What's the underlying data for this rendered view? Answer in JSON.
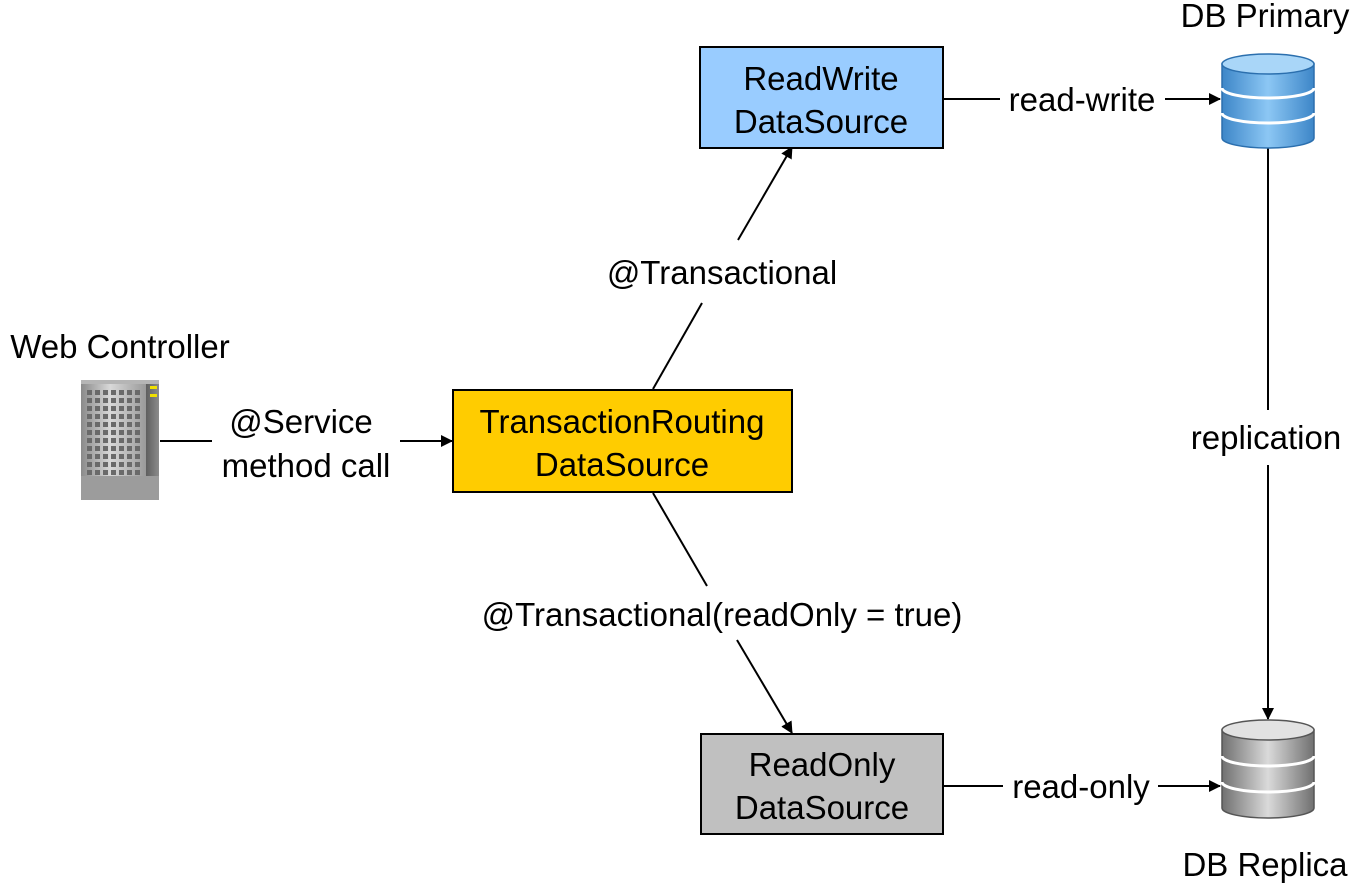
{
  "nodes": {
    "web_controller": {
      "title": "Web Controller",
      "icon": "server-icon"
    },
    "routing": {
      "line1": "TransactionRouting",
      "line2": "DataSource",
      "fill": "#ffcc00"
    },
    "readwrite": {
      "line1": "ReadWrite",
      "line2": "DataSource",
      "fill": "#99ccff"
    },
    "readonly": {
      "line1": "ReadOnly",
      "line2": "DataSource",
      "fill": "#c0c0c0"
    },
    "db_primary": {
      "title": "DB Primary",
      "icon": "database-icon",
      "color": "#5aa3e0"
    },
    "db_replica": {
      "title": "DB Replica",
      "icon": "database-icon",
      "color": "#9a9a9a"
    }
  },
  "edges": {
    "service_call": {
      "line1": "@Service",
      "line2": "method call"
    },
    "transactional": {
      "label": "@Transactional"
    },
    "readonly_tx": {
      "label": "@Transactional(readOnly = true)"
    },
    "read_write": {
      "label": "read-write"
    },
    "read_only": {
      "label": "read-only"
    },
    "replication": {
      "label": "replication"
    }
  }
}
